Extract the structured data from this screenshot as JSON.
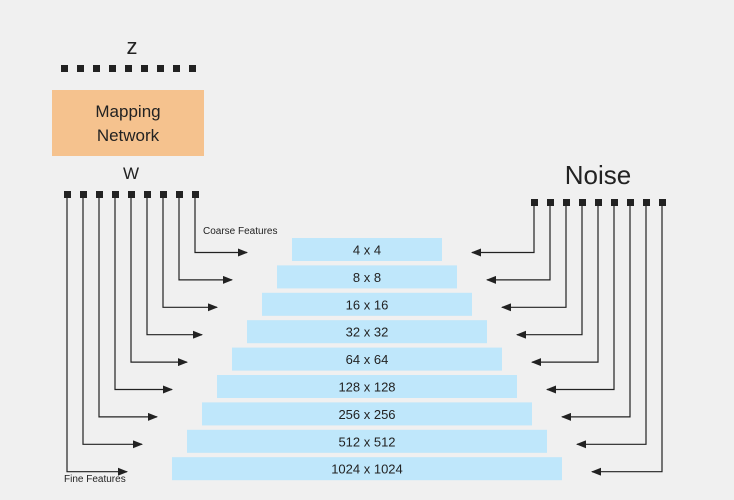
{
  "diagram": {
    "latent_label": "z",
    "mapping_network_label": "Mapping\nNetwork",
    "w_label": "W",
    "noise_label": "Noise",
    "coarse_label": "Coarse Features",
    "fine_label": "Fine Features",
    "resolutions": [
      "4 x 4",
      "8 x 8",
      "16 x 16",
      "32 x 32",
      "64 x 64",
      "128 x 128",
      "256 x 256",
      "512 x 512",
      "1024 x 1024"
    ]
  },
  "colors": {
    "background": "#f0f0f0",
    "mapping_box": "#f5c28e",
    "resolution_box": "#bfe7fb",
    "line": "#222222"
  }
}
